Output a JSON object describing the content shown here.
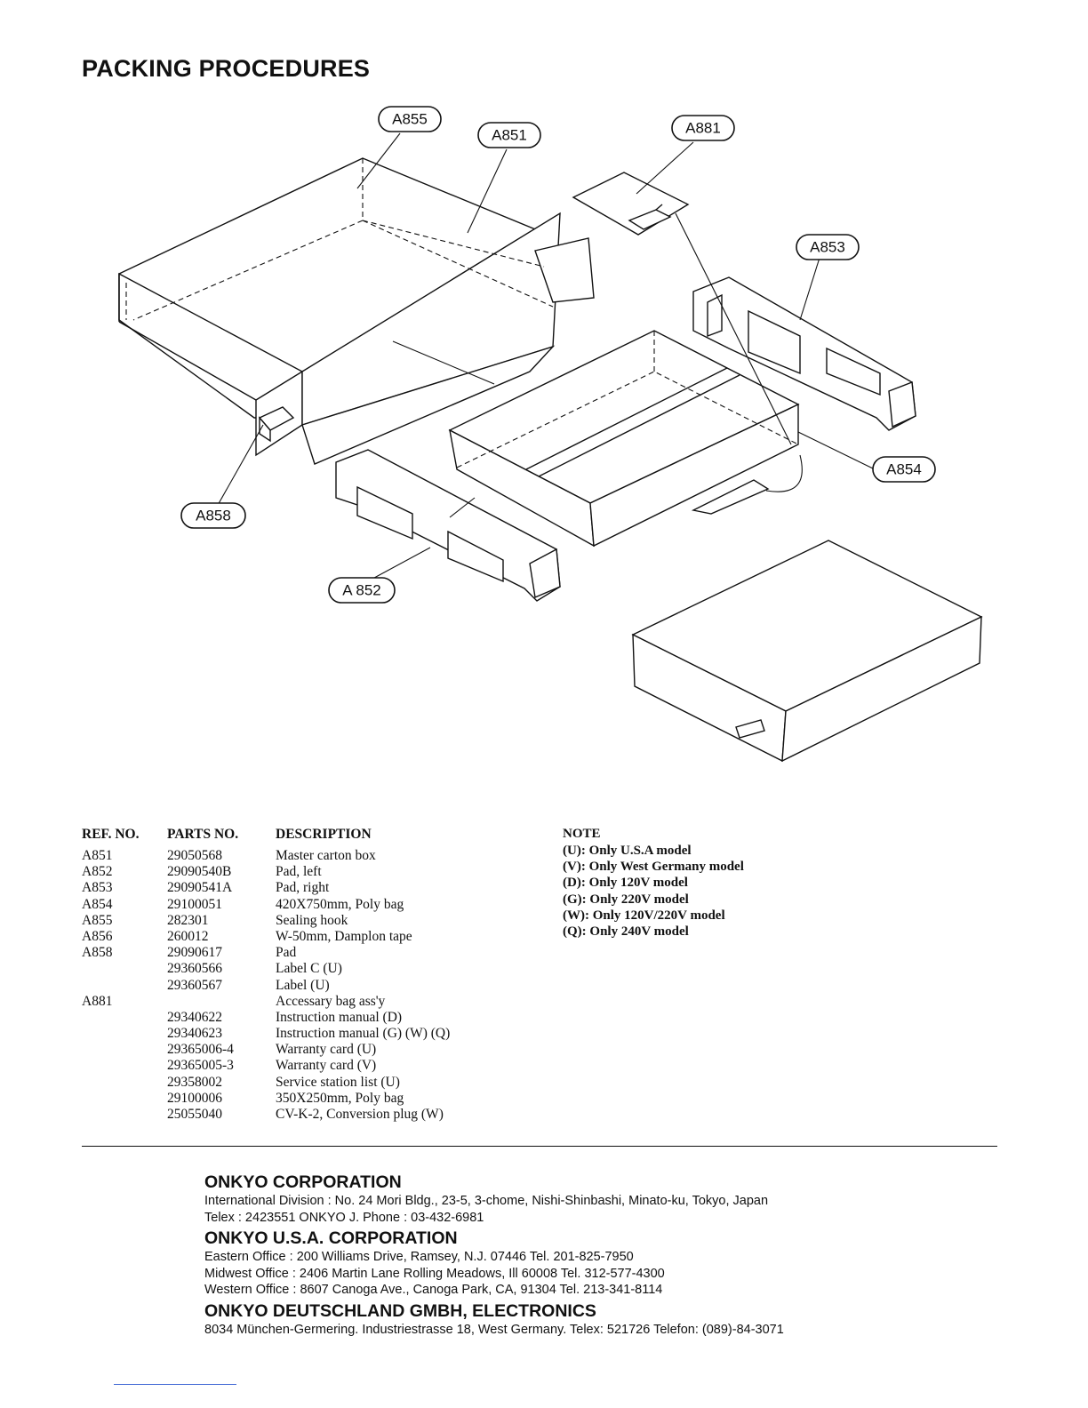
{
  "title": "PACKING PROCEDURES",
  "diagram": {
    "callouts": {
      "a855": "A855",
      "a851": "A851",
      "a881": "A881",
      "a853": "A853",
      "a854": "A854",
      "a858": "A858",
      "a852": "A 852"
    }
  },
  "parts_table": {
    "headers": {
      "ref": "REF. NO.",
      "part": "PARTS NO.",
      "desc": "DESCRIPTION"
    },
    "rows": [
      {
        "ref": "A851",
        "part": "29050568",
        "desc": "Master carton box"
      },
      {
        "ref": "A852",
        "part": "29090540B",
        "desc": "Pad, left"
      },
      {
        "ref": "A853",
        "part": "29090541A",
        "desc": "Pad, right"
      },
      {
        "ref": "A854",
        "part": "29100051",
        "desc": "420X750mm, Poly bag"
      },
      {
        "ref": "A855",
        "part": "282301",
        "desc": "Sealing hook"
      },
      {
        "ref": "A856",
        "part": "260012",
        "desc": "W-50mm, Damplon tape"
      },
      {
        "ref": "A858",
        "part": "29090617",
        "desc": "Pad"
      },
      {
        "ref": "",
        "part": "29360566",
        "desc": "Label C (U)"
      },
      {
        "ref": "",
        "part": "29360567",
        "desc": "Label (U)"
      },
      {
        "ref": "A881",
        "part": "",
        "desc": "Accessary bag ass'y"
      },
      {
        "ref": "",
        "part": "29340622",
        "desc": "Instruction manual (D)"
      },
      {
        "ref": "",
        "part": "29340623",
        "desc": "Instruction manual (G) (W) (Q)"
      },
      {
        "ref": "",
        "part": "29365006-4",
        "desc": "Warranty card (U)"
      },
      {
        "ref": "",
        "part": "29365005-3",
        "desc": "Warranty card (V)"
      },
      {
        "ref": "",
        "part": "29358002",
        "desc": "Service station list (U)"
      },
      {
        "ref": "",
        "part": "29100006",
        "desc": "350X250mm, Poly bag"
      },
      {
        "ref": "",
        "part": "25055040",
        "desc": "CV-K-2, Conversion plug (W)"
      }
    ]
  },
  "note": {
    "heading": "NOTE",
    "lines": [
      "(U): Only U.S.A model",
      "(V): Only West Germany model",
      "(D): Only 120V model",
      "(G): Only 220V model",
      "(W): Only 120V/220V model",
      "(Q): Only 240V model"
    ]
  },
  "footer": {
    "onkyo": {
      "name": "ONKYO CORPORATION",
      "line1": "International Division : No. 24 Mori Bldg., 23-5, 3-chome, Nishi-Shinbashi, Minato-ku, Tokyo, Japan",
      "line2": "Telex : 2423551 ONKYO J. Phone : 03-432-6981"
    },
    "usa": {
      "name": "ONKYO U.S.A. CORPORATION",
      "line1": "Eastern Office : 200 Williams Drive, Ramsey, N.J. 07446 Tel. 201-825-7950",
      "line2": "Midwest Office : 2406 Martin Lane Rolling Meadows, Ill 60008 Tel. 312-577-4300",
      "line3": "Western Office : 8607 Canoga Ave., Canoga Park, CA, 91304 Tel. 213-341-8114"
    },
    "germany": {
      "name": "ONKYO DEUTSCHLAND GMBH, ELECTRONICS",
      "line1": "8034 München-Germering. Industriestrasse 18, West Germany. Telex: 521726 Telefon: (089)-84-3071"
    }
  }
}
